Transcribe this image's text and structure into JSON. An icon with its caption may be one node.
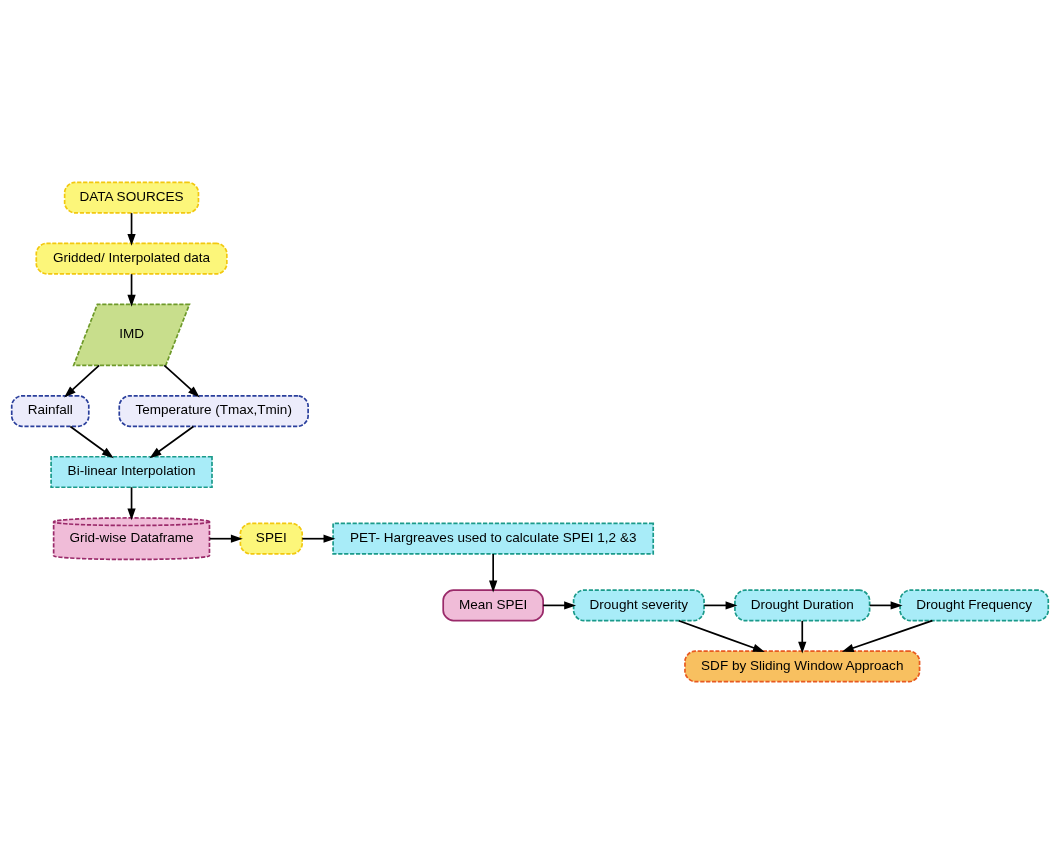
{
  "diagram": {
    "nodes": [
      {
        "text": [
          "DATA SOURCES"
        ]
      },
      {
        "text": [
          "Gridded/ Interpolated data"
        ]
      },
      {
        "text": [
          "IMD"
        ]
      },
      {
        "text": [
          "Rainfall"
        ]
      },
      {
        "text": [
          "Temperature (Tmax,Tmin)"
        ]
      },
      {
        "text": [
          "Bi-linear Interpolation"
        ]
      },
      {
        "text": [
          "Grid-wise Dataframe"
        ]
      },
      {
        "text": [
          "SPEI"
        ]
      },
      {
        "text": [
          "PET- Hargreaves used to calculate SPEI 1,2 &3"
        ]
      },
      {
        "text": [
          "Mean SPEI"
        ]
      },
      {
        "text": [
          "Drought severity"
        ]
      },
      {
        "text": [
          "Drought Duration"
        ]
      },
      {
        "text": [
          "Drought Frequency"
        ]
      },
      {
        "text": [
          "SDF by Sliding Window Approach"
        ]
      }
    ],
    "edges": [
      {
        "from": 0,
        "to": 1,
        "arrow": "to"
      },
      {
        "from": 1,
        "to": 2,
        "arrow": "to"
      },
      {
        "from": 2,
        "to": 3,
        "arrow": "to"
      },
      {
        "from": 2,
        "to": 4,
        "arrow": "to"
      },
      {
        "from": 3,
        "to": 5,
        "arrow": "to"
      },
      {
        "from": 4,
        "to": 5,
        "arrow": "to"
      },
      {
        "from": 5,
        "to": 6,
        "arrow": "to"
      },
      {
        "from": 6,
        "to": 7,
        "arrow": "to"
      },
      {
        "from": 7,
        "to": 8,
        "arrow": "to"
      },
      {
        "from": 8,
        "to": 9,
        "arrow": "to"
      },
      {
        "from": 9,
        "to": 10,
        "arrow": "to"
      },
      {
        "from": 10,
        "to": 11,
        "arrow": "to"
      },
      {
        "from": 11,
        "to": 12,
        "arrow": "to"
      },
      {
        "from": 10,
        "to": 13,
        "arrow": "to"
      },
      {
        "from": 11,
        "to": 13,
        "arrow": "to"
      },
      {
        "from": 12,
        "to": 13,
        "arrow": "to"
      }
    ]
  }
}
